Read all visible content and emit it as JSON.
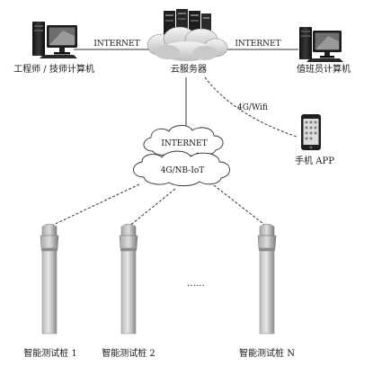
{
  "nodes": {
    "engineer_pc": "工程师 / 技师计算机",
    "duty_pc": "值班员计算机",
    "cloud_server": "云服务器",
    "phone_app": "手机 APP",
    "pile_1": "智能测试桩 1",
    "pile_2": "智能测试桩 2",
    "pile_n": "智能测试桩 N",
    "ellipsis": "……"
  },
  "links": {
    "left_internet": "INTERNET",
    "right_internet": "INTERNET",
    "phone_link": "4G/Wifi",
    "cloud_internet": "INTERNET",
    "cloud_nbiot": "4G/NB-IoT"
  }
}
